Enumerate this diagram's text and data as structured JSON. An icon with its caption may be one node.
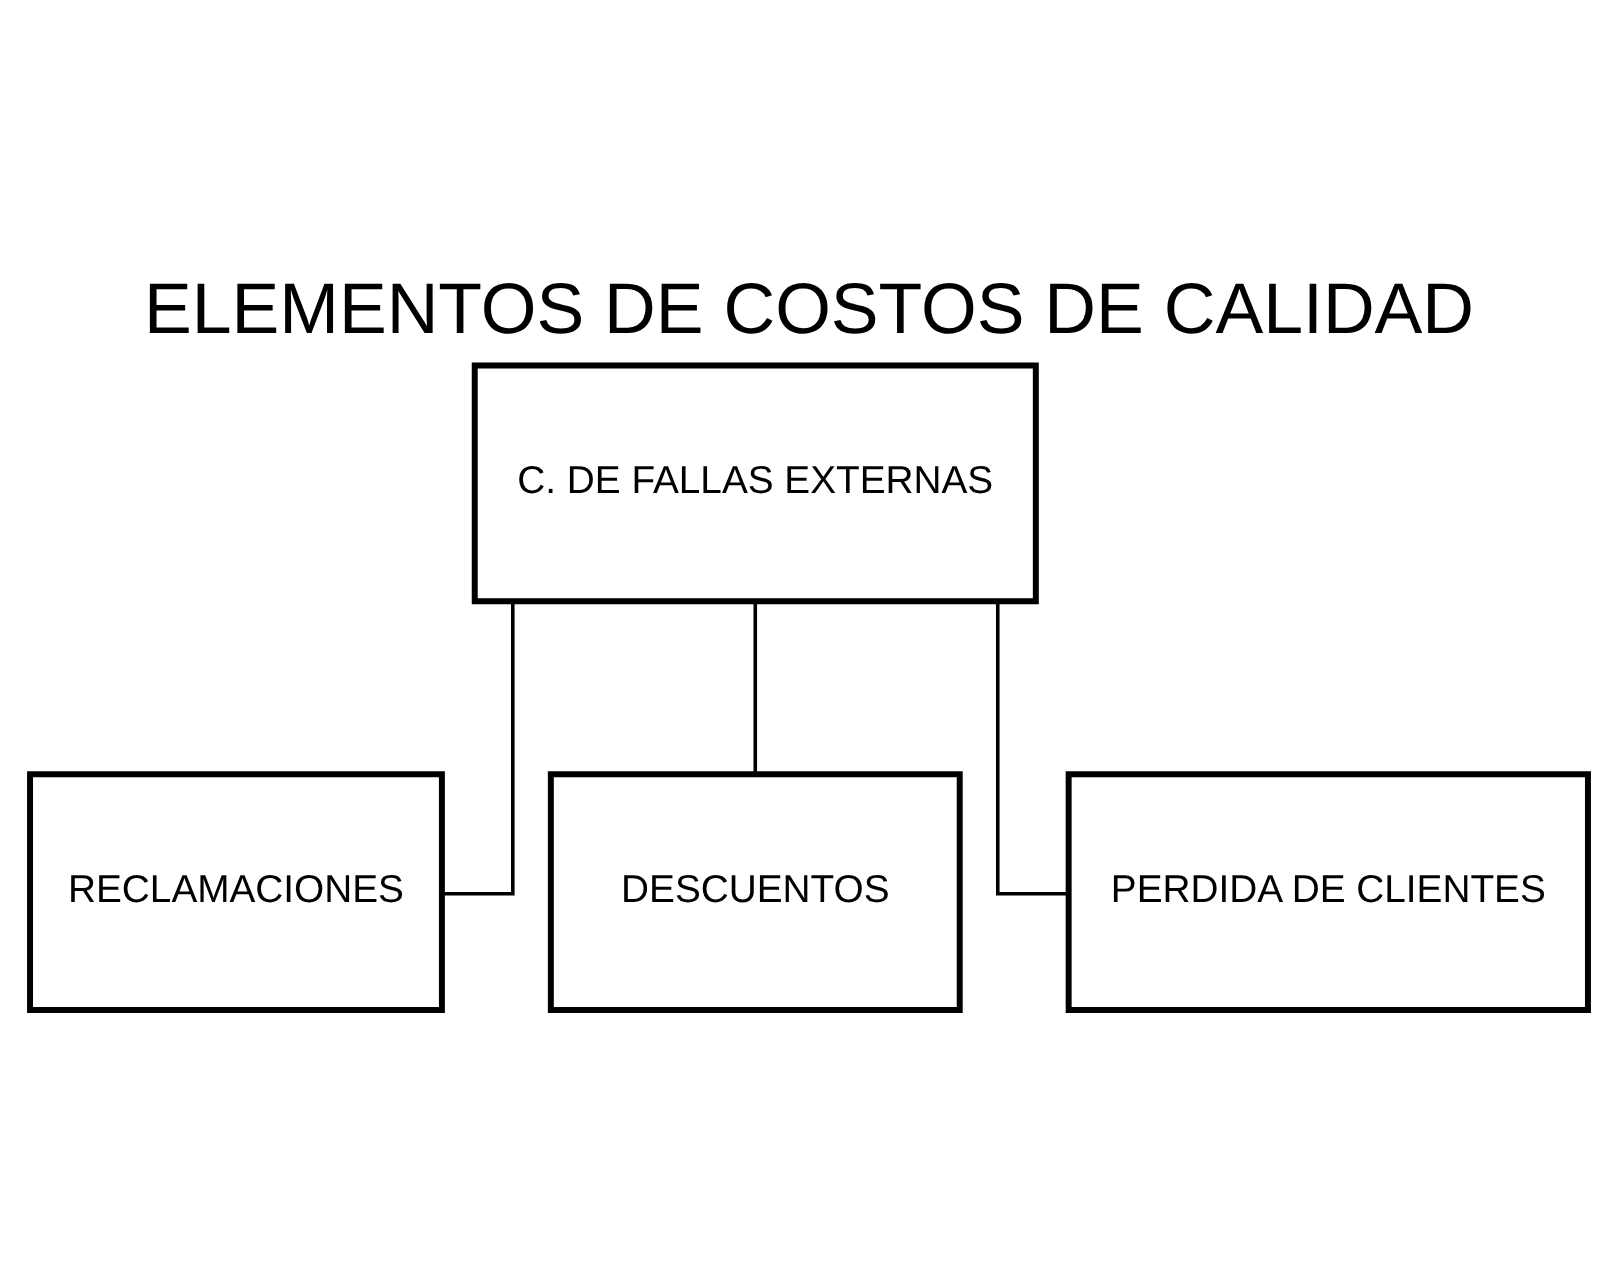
{
  "diagram": {
    "title": "ELEMENTOS DE COSTOS DE CALIDAD",
    "nodes": [
      {
        "text": [
          "C. DE FALLAS EXTERNAS"
        ]
      },
      {
        "text": [
          "RECLAMACIONES"
        ]
      },
      {
        "text": [
          "DESCUENTOS"
        ]
      },
      {
        "text": [
          "PERDIDA DE CLIENTES"
        ]
      }
    ],
    "edges": [
      {
        "from": 0,
        "to": 1,
        "arrow": "none"
      },
      {
        "from": 0,
        "to": 2,
        "arrow": "none"
      },
      {
        "from": 0,
        "to": 3,
        "arrow": "none"
      }
    ]
  }
}
